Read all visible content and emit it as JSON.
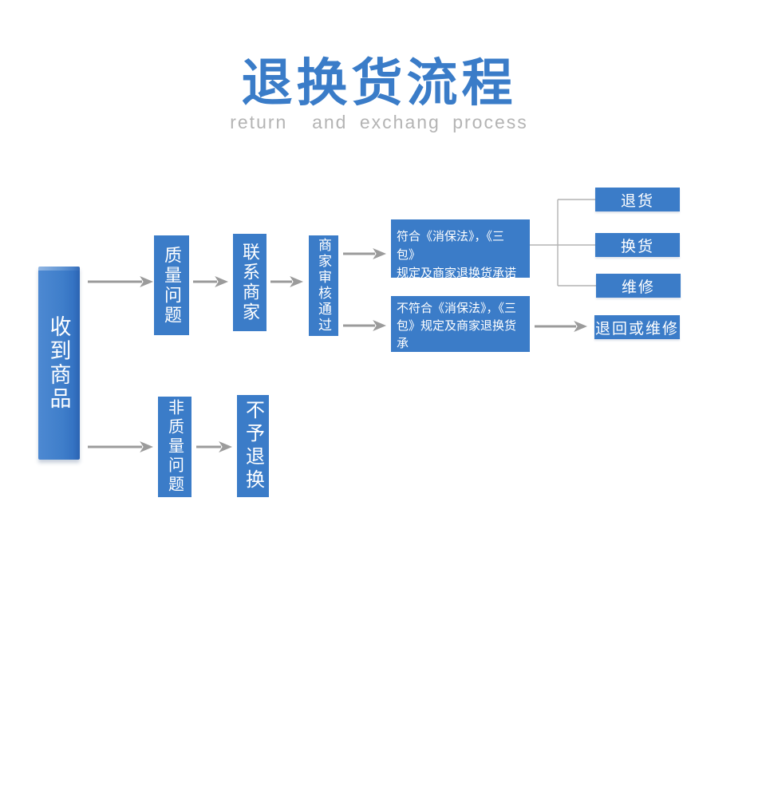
{
  "header": {
    "title": "退换货流程",
    "subtitle": "return  and exchang process"
  },
  "colors": {
    "accent_blue": "#3a7cc8",
    "box_blue": "#3b7cc8",
    "box_blue_dark": "#2b63b2",
    "arrow_gray": "#9b9b9b",
    "connector_gray": "#b3b3b3",
    "subtitle_gray": "#b4b4b4",
    "text_white": "#ffffff"
  },
  "flowchart": {
    "nodes": {
      "receive": {
        "label": "收到商品"
      },
      "quality": {
        "label": "质量问题"
      },
      "contact": {
        "label": "联系商家"
      },
      "review": {
        "label": "商家审核通过"
      },
      "comply": {
        "label": "符合《消保法》，《三包》\n规定及商家退换货承诺"
      },
      "not_comply": {
        "label": "不符合《消保法》，《三\n包》规定及商家退换货承\n诺"
      },
      "return_goods": {
        "label": "退货"
      },
      "exchange_goods": {
        "label": "换货"
      },
      "repair": {
        "label": "维修"
      },
      "return_or_repair": {
        "label": "退回或维修"
      },
      "non_quality": {
        "label": "非质量问题"
      },
      "no_return_exchange": {
        "label": "不予退换"
      }
    }
  }
}
